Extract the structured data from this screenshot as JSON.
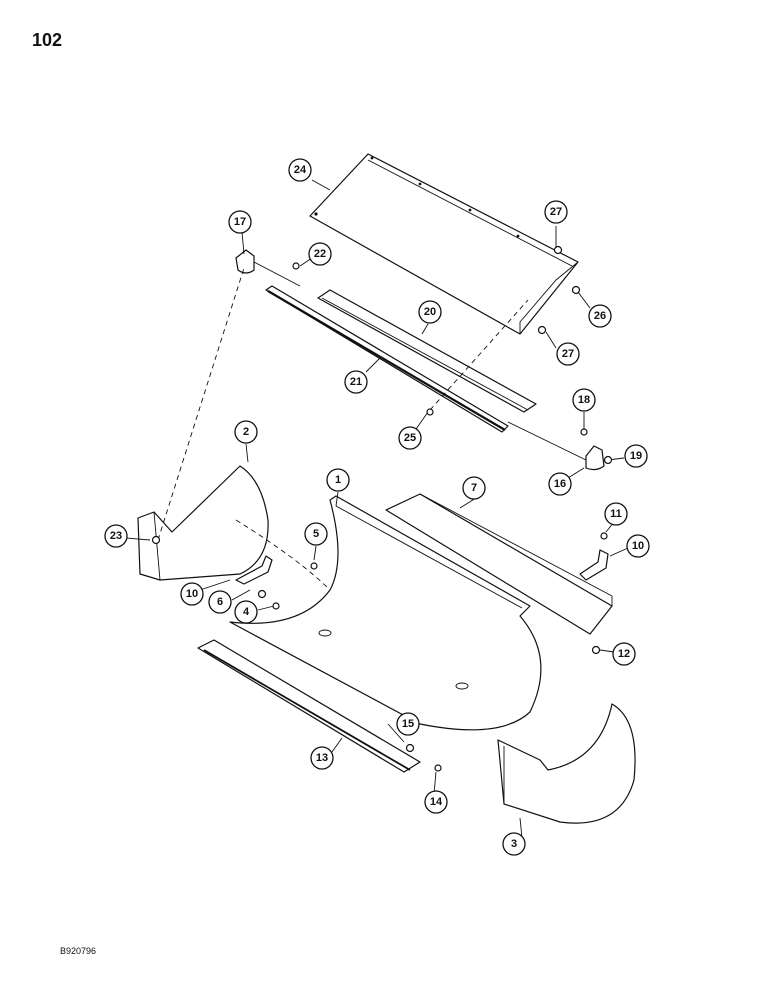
{
  "page_number": "102",
  "figure_code": "B920796",
  "callouts": [
    {
      "label": "1"
    },
    {
      "label": "2"
    },
    {
      "label": "3"
    },
    {
      "label": "4"
    },
    {
      "label": "5"
    },
    {
      "label": "6"
    },
    {
      "label": "7"
    },
    {
      "label": "10"
    },
    {
      "label": "10"
    },
    {
      "label": "11"
    },
    {
      "label": "12"
    },
    {
      "label": "13"
    },
    {
      "label": "14"
    },
    {
      "label": "15"
    },
    {
      "label": "16"
    },
    {
      "label": "17"
    },
    {
      "label": "18"
    },
    {
      "label": "19"
    },
    {
      "label": "20"
    },
    {
      "label": "21"
    },
    {
      "label": "22"
    },
    {
      "label": "23"
    },
    {
      "label": "24"
    },
    {
      "label": "25"
    },
    {
      "label": "26"
    },
    {
      "label": "27"
    },
    {
      "label": "27"
    }
  ]
}
